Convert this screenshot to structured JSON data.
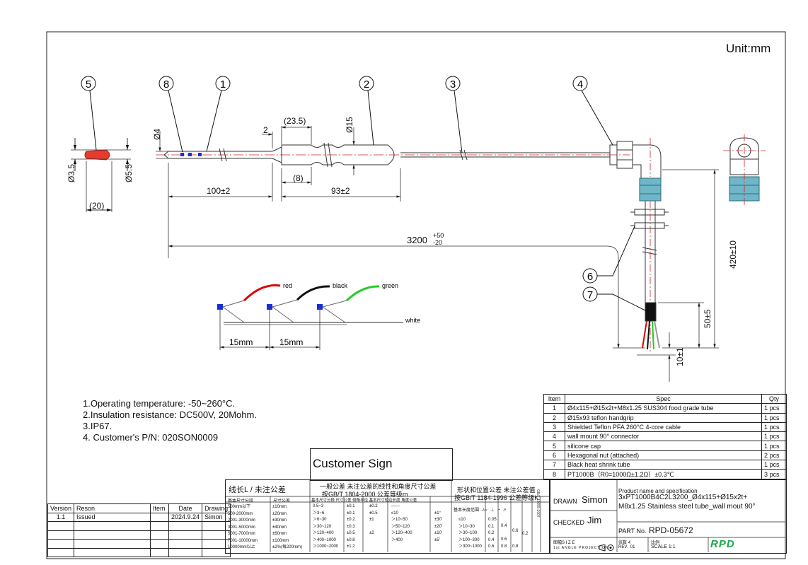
{
  "unit": "Unit:mm",
  "balloons": [
    "5",
    "8",
    "1",
    "2",
    "3",
    "4",
    "6",
    "7"
  ],
  "dimensions": {
    "d4": "Ø4",
    "d15": "Ø15",
    "d35": "Ø3.5",
    "d55": "Ø5.5",
    "len20": "(20)",
    "len2": "2",
    "len235": "(23.5)",
    "len8": "(8)",
    "len100": "100±2",
    "len93": "93±2",
    "total": "3200",
    "total_tol_up": "+50",
    "total_tol_down": "-20",
    "len420": "420±10",
    "len50": "50±5",
    "len10": "10±1",
    "len15a": "15mm",
    "len15b": "15mm"
  },
  "wires": {
    "red": "red",
    "black": "black",
    "green": "green",
    "white": "white"
  },
  "notes": [
    "1.Operating temperature:  -50~260°C.",
    "2.Insulation resistance:  DC500V, 20Mohm.",
    "3.IP67.",
    "4. Customer's P/N: 020SON0009"
  ],
  "bom": {
    "headers": {
      "item": "Item",
      "spec": "Spec",
      "qty": "Qty"
    },
    "rows": [
      {
        "item": "1",
        "spec": "Ø4x115+Ø15x2t+M8x1.25 SUS304  food grade tube",
        "qty": "1 pcs"
      },
      {
        "item": "2",
        "spec": "Ø15x93 teflon handgrip",
        "qty": "1 pcs"
      },
      {
        "item": "3",
        "spec": "Shielded Teflon PFA 260°C 4-core cable",
        "qty": "1 pcs"
      },
      {
        "item": "4",
        "spec": "wall mount 90° connector",
        "qty": "1 pcs"
      },
      {
        "item": "5",
        "spec": "silicone cap",
        "qty": "1 pcs"
      },
      {
        "item": "6",
        "spec": "Hexagonal nut (attached)",
        "qty": "2 pcs"
      },
      {
        "item": "7",
        "spec": "Black heat shrink tube",
        "qty": "1 pcs"
      },
      {
        "item": "8",
        "spec": "PT1000B（R0=1000Ω±1.2Ω）±0.3℃",
        "qty": "3 pcs"
      }
    ]
  },
  "revision": {
    "headers": {
      "version": "Version",
      "reason": "Reson",
      "item": "Item",
      "date": "Date",
      "drawing": "Drawing"
    },
    "rows": [
      {
        "version": "1.1",
        "reason": "Issued",
        "item": "",
        "date": "2024.9.24",
        "drawing": "Simon"
      }
    ]
  },
  "customer_sign": "Customer Sign",
  "tolerance": {
    "linear_title": "线长L / 未注公差",
    "linear_header": [
      "基本尺寸分段",
      "尺寸公差"
    ],
    "linear_rows": [
      [
        "500mm以下",
        "±10mm"
      ],
      [
        "500-2000mm",
        "±20mm"
      ],
      [
        "2001-3000mm",
        "±30mm"
      ],
      [
        "3001-5000mm",
        "±40mm"
      ],
      [
        "5001-7000mm",
        "±60mm"
      ],
      [
        "7001-10000mm",
        "±100mm"
      ],
      [
        "10000mm以上",
        "±2%(每200mm)"
      ]
    ],
    "general_title": "一般公差 未注公差的线性和角度尺寸公差",
    "general_subtitle": "按GB/T 1804-2000  公差等级m",
    "general_header": [
      "基本尺寸分段",
      "尺寸公差",
      "倒角半径",
      "基本尺寸短边长度",
      "角度公差"
    ],
    "general_rows": [
      [
        "0.5~3",
        "±0.1",
        "±0.2",
        "——",
        ""
      ],
      [
        "＞3~6",
        "±0.1",
        "±0.5",
        "≤10",
        "±1°"
      ],
      [
        "＞6~30",
        "±0.2",
        "±1",
        "＞10~50",
        "±30'"
      ],
      [
        "＞30~120",
        "±0.3",
        "",
        "＞50~120",
        "±20'"
      ],
      [
        "＞120~400",
        "±0.5",
        "±2",
        "＞120~400",
        "±10'"
      ],
      [
        "＞400~1000",
        "±0.8",
        "",
        "＞400",
        "±5'"
      ],
      [
        "＞1000~2000",
        "±1.2",
        "",
        "",
        ""
      ]
    ],
    "geo_title": "形状和位置公差 未注公差值",
    "geo_subtitle": "按GB/T 1184-1996 公差等级K",
    "geo_header": [
      "基本长度范围",
      "-/▱",
      "⊥",
      "÷",
      "↗"
    ],
    "geo_rows": [
      [
        "≤10",
        "0.05",
        "",
        "",
        ""
      ],
      [
        "＞10~30",
        "0.1",
        "0.4",
        "",
        ""
      ],
      [
        "＞30~100",
        "0.2",
        "",
        "0.6",
        "0.2"
      ],
      [
        "＞100~300",
        "0.4",
        "0.6",
        "",
        ""
      ],
      [
        "＞300~1000",
        "0.6",
        "0.8",
        "0.8",
        ""
      ]
    ]
  },
  "title_block": {
    "drawn_label": "DRAWN",
    "drawn_by": "Simon",
    "checked_label": "CHECKED",
    "checked_by": "Jim",
    "product_label": "Product name and specification",
    "product_line1": "3xPT1000B4C2L3200_Ø4x115+Ø15x2t+",
    "product_line2": "M8x1.25 Stainless steel tube_wall mout 90°",
    "part_label": "PART No.",
    "part_no": "RPD-05672",
    "size_label": "图幅S I Z E",
    "size_value": "4",
    "sheet_label": "张数",
    "rev_label": "REV.",
    "rev_value": "01",
    "scale_label": "比例",
    "scale_value": "SCALE  1:1",
    "angle_label": "1st ANGLE PROJECTION",
    "logo": "RPD"
  },
  "colors": {
    "red": "#e00000",
    "black": "#111111",
    "green": "#22cc22",
    "blue": "#1a2fd0",
    "teal": "#6fb6c8"
  }
}
